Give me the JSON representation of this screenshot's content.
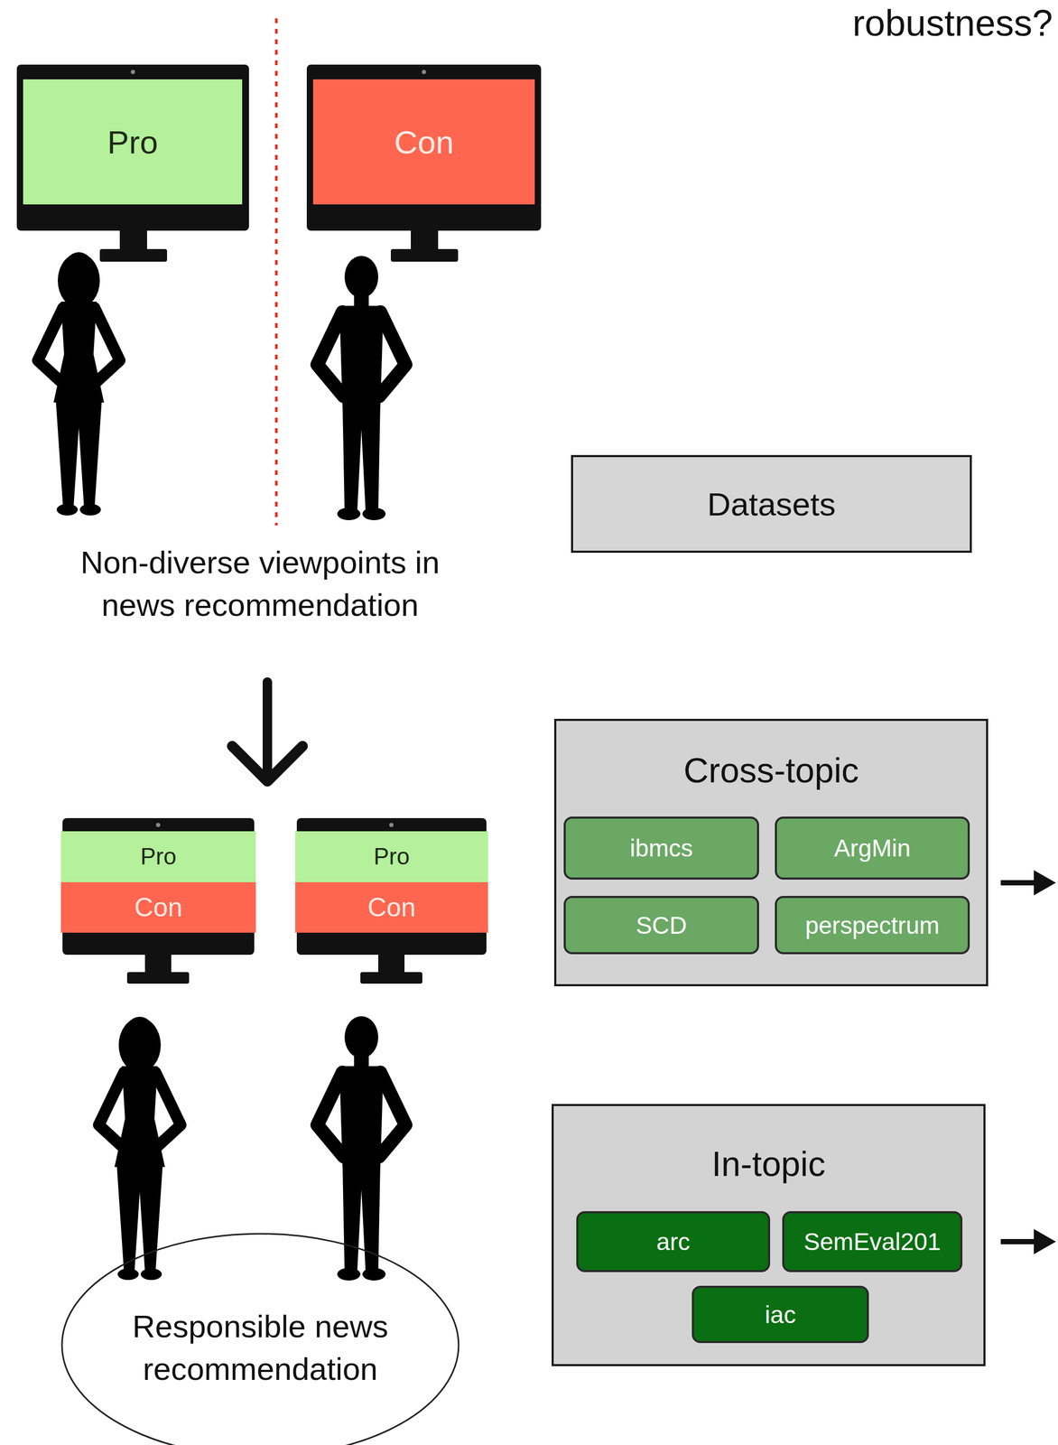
{
  "diagram": {
    "nodes": [
      {
        "text": [
          "Pro"
        ]
      },
      {
        "text": [
          "Con"
        ]
      },
      {
        "text": [
          "Datasets"
        ]
      },
      {
        "text": [
          "Pro",
          "Con"
        ]
      },
      {
        "text": [
          "Pro",
          "Con"
        ]
      },
      {
        "text": [
          "Cross-topic"
        ]
      },
      {
        "text": [
          "ibmcs"
        ],
        "in": 5
      },
      {
        "text": [
          "ArgMin"
        ],
        "in": 5
      },
      {
        "text": [
          "SCD"
        ],
        "in": 5
      },
      {
        "text": [
          "perspectrum"
        ],
        "in": 5
      },
      {
        "text": [
          "Responsible news recommendation"
        ]
      },
      {
        "text": [
          "In-topic"
        ]
      },
      {
        "text": [
          "arc"
        ],
        "in": 11
      },
      {
        "text": [
          "SemEval201"
        ],
        "in": 11
      },
      {
        "text": [
          "iac"
        ],
        "in": 11
      }
    ],
    "labels": [
      "robustness?",
      "Non-diverse viewpoints in news recommendation"
    ]
  }
}
